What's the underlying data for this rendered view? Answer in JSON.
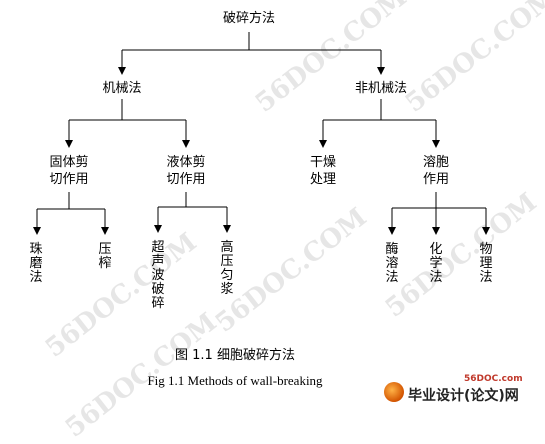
{
  "root": {
    "label": "破碎方法"
  },
  "level1": [
    {
      "label": "机械法"
    },
    {
      "label": "非机械法"
    }
  ],
  "level2": [
    {
      "label": "固体剪切作用"
    },
    {
      "label": "液体剪切作用"
    },
    {
      "label": "干燥处理"
    },
    {
      "label": "溶胞作用"
    }
  ],
  "leaves": [
    {
      "label": "珠磨法"
    },
    {
      "label": "压榨"
    },
    {
      "label": "超声波破碎"
    },
    {
      "label": "高压匀浆"
    },
    {
      "label": "酶溶法"
    },
    {
      "label": "化学法"
    },
    {
      "label": "物理法"
    }
  ],
  "caption": {
    "zh": "图 1.1 细胞破碎方法",
    "en": "Fig 1.1 Methods of wall-breaking"
  },
  "watermark": {
    "text": "56DOC.COM"
  },
  "logo": {
    "url": "56DOC.com",
    "text": "毕业设计(论文)网"
  }
}
